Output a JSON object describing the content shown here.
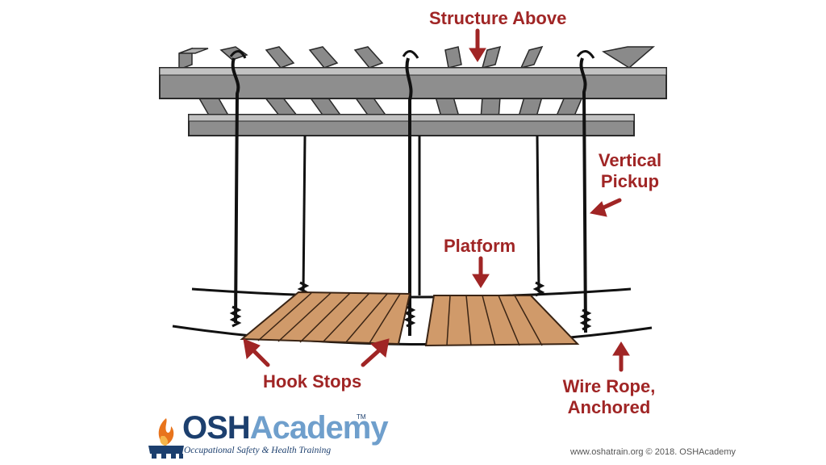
{
  "labels": {
    "structure_above": "Structure Above",
    "vertical_pickup_line1": "Vertical",
    "vertical_pickup_line2": "Pickup",
    "platform": "Platform",
    "hook_stops": "Hook Stops",
    "wire_rope_line1": "Wire Rope,",
    "wire_rope_line2": "Anchored"
  },
  "logo": {
    "name_part1": "OSH",
    "name_part2": "Academy",
    "trademark": "TM",
    "tagline": "Occupational Safety & Health Training"
  },
  "credit": "www.oshatrain.org © 2018. OSHAcademy",
  "colors": {
    "callout": "#a02525",
    "beam": "#8e8e8e",
    "platform_wood": "#d09a6a",
    "logo_navy": "#1c3f6e",
    "logo_light_blue": "#6f9fcc",
    "flame_orange": "#e8741c"
  }
}
